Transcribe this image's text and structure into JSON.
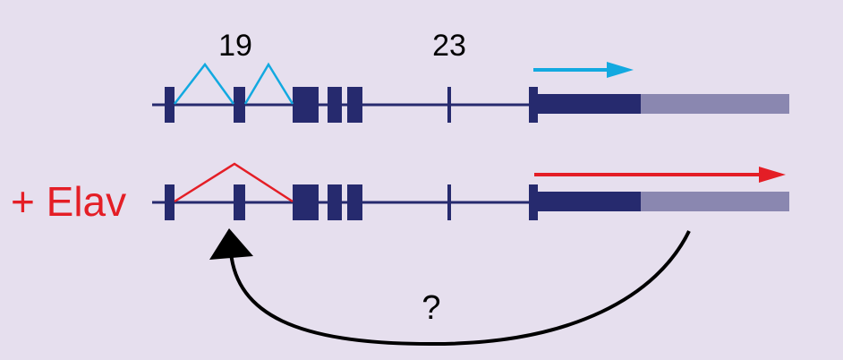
{
  "colors": {
    "background": "#e6dfee",
    "exon": "#262a6e",
    "utr": "#8a87b0",
    "normal_splice": "#12a9e0",
    "elav_splice": "#e41e26",
    "regulation_arrow": "#000000"
  },
  "exon_labels": {
    "exon19": "19",
    "exon23": "23"
  },
  "condition_label": "+ Elav",
  "question_label": "?",
  "icons": {
    "direction_arrow": "arrow-right-icon",
    "curved_arrow": "curved-arrow-icon"
  }
}
